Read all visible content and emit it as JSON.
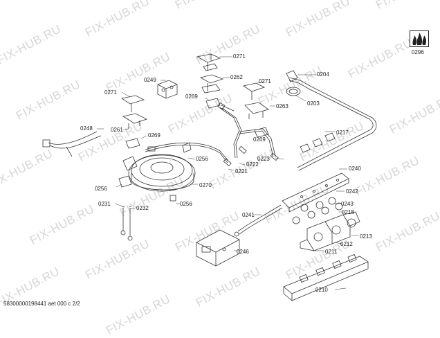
{
  "watermark": "FIX-HUB.RU",
  "footer_text": "58300000198441 aet 000 c 2/2",
  "parts": [
    {
      "id": "0271",
      "name": "part-0271-top"
    },
    {
      "id": "0262",
      "name": "part-0262"
    },
    {
      "id": "0249",
      "name": "part-0249"
    },
    {
      "id": "0271",
      "name": "part-0271-left"
    },
    {
      "id": "0269",
      "name": "part-0269-middle"
    },
    {
      "id": "0271",
      "name": "part-0271-right"
    },
    {
      "id": "0263",
      "name": "part-0263"
    },
    {
      "id": "0204",
      "name": "part-0204"
    },
    {
      "id": "0203",
      "name": "part-0203"
    },
    {
      "id": "0296",
      "name": "part-0296"
    },
    {
      "id": "0248",
      "name": "part-0248"
    },
    {
      "id": "0261",
      "name": "part-0261"
    },
    {
      "id": "0269",
      "name": "part-0269-left"
    },
    {
      "id": "0269",
      "name": "part-0269-right"
    },
    {
      "id": "0217",
      "name": "part-0217"
    },
    {
      "id": "0256",
      "name": "part-0256-top"
    },
    {
      "id": "0223",
      "name": "part-0223"
    },
    {
      "id": "0222",
      "name": "part-0222"
    },
    {
      "id": "0221",
      "name": "part-0221"
    },
    {
      "id": "0240",
      "name": "part-0240"
    },
    {
      "id": "0256",
      "name": "part-0256-left"
    },
    {
      "id": "0270",
      "name": "part-0270"
    },
    {
      "id": "0256",
      "name": "part-0256-bottom"
    },
    {
      "id": "0242",
      "name": "part-0242"
    },
    {
      "id": "0231",
      "name": "part-0231"
    },
    {
      "id": "0232",
      "name": "part-0232"
    },
    {
      "id": "0241",
      "name": "part-0241"
    },
    {
      "id": "0243",
      "name": "part-0243"
    },
    {
      "id": "0218",
      "name": "part-0218"
    },
    {
      "id": "0213",
      "name": "part-0213"
    },
    {
      "id": "0212",
      "name": "part-0212"
    },
    {
      "id": "0246",
      "name": "part-0246"
    },
    {
      "id": "0211",
      "name": "part-0211"
    },
    {
      "id": "0210",
      "name": "part-0210"
    }
  ]
}
